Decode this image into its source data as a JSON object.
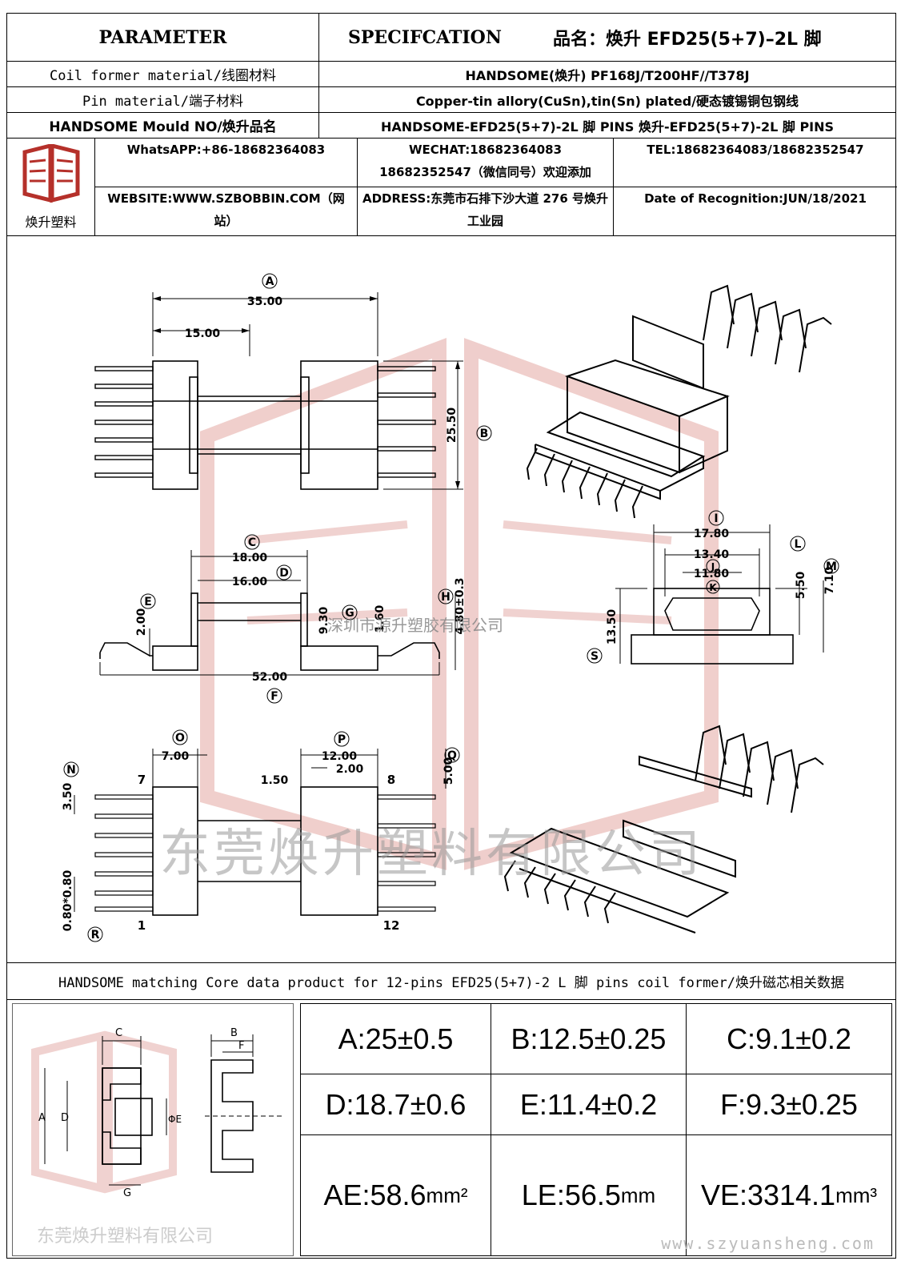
{
  "header": {
    "parameter": "PARAMETER",
    "specification": "SPECIFCATION",
    "product_label": "品名：焕升 EFD25(5+7)–2L 脚"
  },
  "rows": [
    {
      "label": "Coil former material/线圈材料",
      "value": "HANDSOME(焕升)    PF168J/T200HF//T378J"
    },
    {
      "label": "Pin material/端子材料",
      "value": "Copper-tin allory(CuSn),tin(Sn) plated/硬态镀锡铜包钢线"
    },
    {
      "label": "HANDSOME Mould NO/焕升品名",
      "value": "HANDSOME-EFD25(5+7)-2L 脚 PINS    焕升-EFD25(5+7)-2L 脚 PINS"
    }
  ],
  "company": {
    "logo_name": "焕升塑料",
    "whatsapp": "WhatsAPP:+86-18682364083",
    "wechat": "WECHAT:18682364083 18682352547（微信同号）欢迎添加",
    "tel": "TEL:18682364083/18682352547",
    "website": "WEBSITE:WWW.SZBOBBIN.COM（网站）",
    "address": "ADDRESS:东莞市石排下沙大道 276 号焕升工业园",
    "date": "Date of Recognition:JUN/18/2021"
  },
  "drawing": {
    "watermark_cn": "深圳市源升塑胶有限公司",
    "watermark_big": "东莞焕升塑料有限公司",
    "dims": {
      "a": "35.00",
      "a15": "15.00",
      "b": "25.50",
      "c": "18.00",
      "d": "16.00",
      "e": "2.00",
      "h": "4.80±0.3",
      "g": "9.30",
      "k1": "1.60",
      "f": "52.00",
      "i": "17.80",
      "j": "13.40",
      "k": "11.80",
      "l": "5.50",
      "m": "7.10",
      "s": "13.50",
      "o": "7.00",
      "p": "12.00",
      "p2": "2.00",
      "q": "5.00",
      "n": "3.50",
      "r": "0.80*0.80",
      "w150": "1.50",
      "pin7": "7",
      "pin8": "8",
      "pin1": "1",
      "pin12": "12"
    },
    "circles": [
      "A",
      "B",
      "C",
      "D",
      "E",
      "F",
      "G",
      "H",
      "I",
      "J",
      "K",
      "L",
      "M",
      "N",
      "O",
      "P",
      "Q",
      "R",
      "S"
    ]
  },
  "core_title": "HANDSOME matching Core data  product for 12-pins EFD25(5+7)-2 L 脚 pins coil former/焕升磁芯相关数据",
  "core_params": [
    {
      "text": "A:25±0.5"
    },
    {
      "text": "B:12.5±0.25"
    },
    {
      "text": "C:9.1±0.2"
    },
    {
      "text": "D:18.7±0.6"
    },
    {
      "text": "E:11.4±0.2"
    },
    {
      "text": "F:9.3±0.25"
    },
    {
      "text": "AE:58.6",
      "unit": "mm²"
    },
    {
      "text": "LE:56.5",
      "unit": "mm"
    },
    {
      "text": "VE:3314.1",
      "unit": "mm³"
    }
  ],
  "core_labels": {
    "a": "A",
    "b": "B",
    "c": "C",
    "d": "D",
    "e": "ΦE",
    "f": "F",
    "g": "G"
  },
  "footer": {
    "company_wm": "东莞焕升塑料有限公司",
    "url": "www.szyuansheng.com"
  }
}
